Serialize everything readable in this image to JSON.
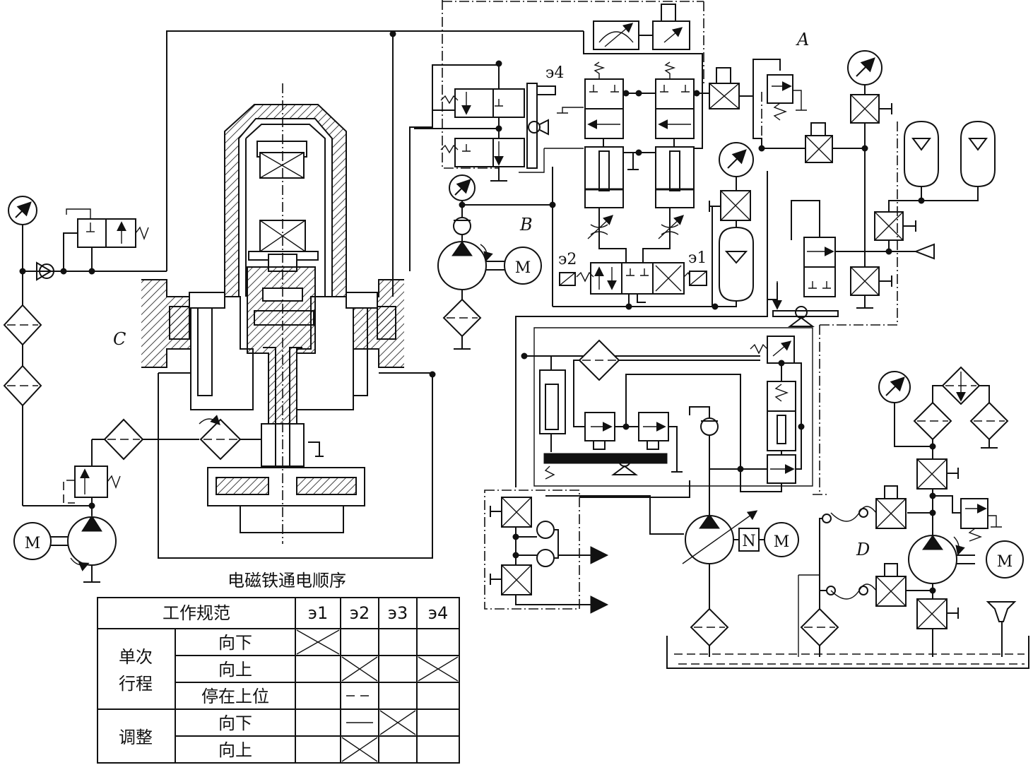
{
  "labels": {
    "A": "A",
    "B": "B",
    "C": "C",
    "D": "D",
    "e1": "э1",
    "e2": "э2",
    "e4": "э4",
    "motor": "M",
    "n": "N"
  },
  "caption": "电磁铁通电顺序",
  "table": {
    "header": {
      "mode": "工作规范",
      "cols": [
        "э1",
        "э2",
        "э3",
        "э4"
      ]
    },
    "groups": [
      {
        "name_line1": "单次",
        "name_line2": "行程",
        "rows": [
          {
            "label": "向下",
            "marks": [
              "x",
              "",
              "",
              ""
            ]
          },
          {
            "label": "向上",
            "marks": [
              "",
              "x",
              "",
              "x"
            ]
          },
          {
            "label": "停在上位",
            "marks": [
              "",
              "dash",
              "",
              ""
            ]
          }
        ]
      },
      {
        "name_line1": "调整",
        "name_line2": "",
        "rows": [
          {
            "label": "向下",
            "marks": [
              "",
              "line",
              "x",
              ""
            ]
          },
          {
            "label": "向上",
            "marks": [
              "",
              "x",
              "",
              ""
            ]
          }
        ]
      }
    ]
  }
}
